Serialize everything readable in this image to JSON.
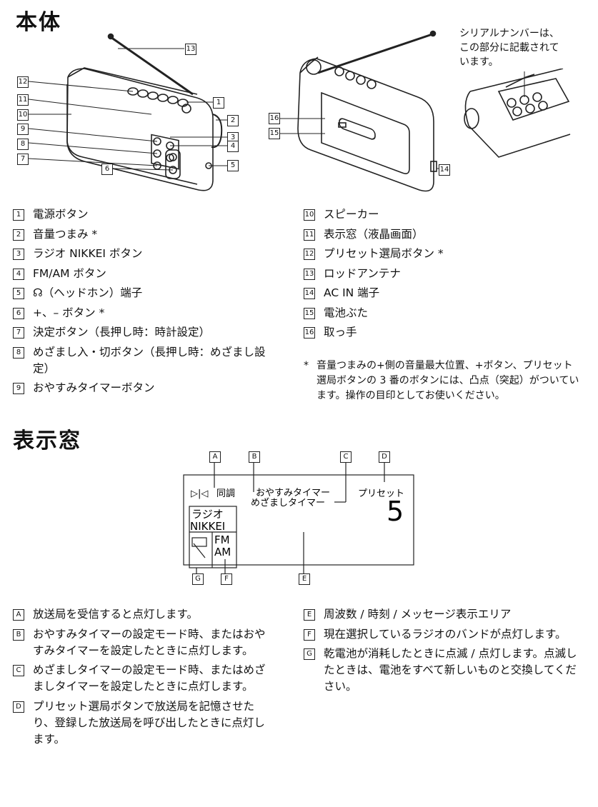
{
  "section1": {
    "title": "本体",
    "serial_note": [
      "シリアルナンバーは、",
      "この部分に記載されて",
      "います。"
    ],
    "callouts": [
      "1",
      "2",
      "3",
      "4",
      "5",
      "6",
      "7",
      "8",
      "9",
      "10",
      "11",
      "12",
      "13",
      "14",
      "15",
      "16"
    ],
    "list_left": [
      {
        "n": "1",
        "text": "電源ボタン"
      },
      {
        "n": "2",
        "text": "音量つまみ *"
      },
      {
        "n": "3",
        "text": "ラジオ NIKKEI ボタン"
      },
      {
        "n": "4",
        "text": "FM/AM ボタン"
      },
      {
        "n": "5",
        "text": "☊（ヘッドホン）端子"
      },
      {
        "n": "6",
        "text": "+、– ボタン *"
      },
      {
        "n": "7",
        "text": "決定ボタン（長押し時：時計設定）"
      },
      {
        "n": "8",
        "text": "めざまし入・切ボタン（長押し時：めざまし設定）"
      },
      {
        "n": "9",
        "text": "おやすみタイマーボタン"
      }
    ],
    "list_right": [
      {
        "n": "10",
        "text": "スピーカー"
      },
      {
        "n": "11",
        "text": "表示窓（液晶画面）"
      },
      {
        "n": "12",
        "text": "プリセット選局ボタン *"
      },
      {
        "n": "13",
        "text": "ロッドアンテナ"
      },
      {
        "n": "14",
        "text": "AC IN 端子"
      },
      {
        "n": "15",
        "text": "電池ぶた"
      },
      {
        "n": "16",
        "text": "取っ手"
      }
    ],
    "footnote_mark": "*",
    "footnote": "音量つまみの+側の音量最大位置、+ボタン、プリセット選局ボタンの 3 番のボタンには、凸点（突起）がついています。操作の目印としてお使いください。"
  },
  "section2": {
    "title": "表示窓",
    "display": {
      "tune_icon": "▷|◁",
      "tune": "同調",
      "sleep": "おやすみタイマー",
      "alarm": "めざましタイマー",
      "preset_label": "プリセット",
      "preset_value": "5",
      "radio": "ラジオ",
      "nikkei": "NIKKEI",
      "fm": "FM",
      "am": "AM"
    },
    "callouts": [
      "A",
      "B",
      "C",
      "D",
      "E",
      "F",
      "G"
    ],
    "list_left": [
      {
        "n": "A",
        "text": "放送局を受信すると点灯します。"
      },
      {
        "n": "B",
        "text": "おやすみタイマーの設定モード時、またはおやすみタイマーを設定したときに点灯します。"
      },
      {
        "n": "C",
        "text": "めざましタイマーの設定モード時、またはめざましタイマーを設定したときに点灯します。"
      },
      {
        "n": "D",
        "text": "プリセット選局ボタンで放送局を記憶させたり、登録した放送局を呼び出したときに点灯します。"
      }
    ],
    "list_right": [
      {
        "n": "E",
        "text": "周波数 / 時刻 / メッセージ表示エリア"
      },
      {
        "n": "F",
        "text": "現在選択しているラジオのバンドが点灯します。"
      },
      {
        "n": "G",
        "text": "乾電池が消耗したときに点滅 / 点灯します。点滅したときは、電池をすべて新しいものと交換してください。"
      }
    ]
  }
}
